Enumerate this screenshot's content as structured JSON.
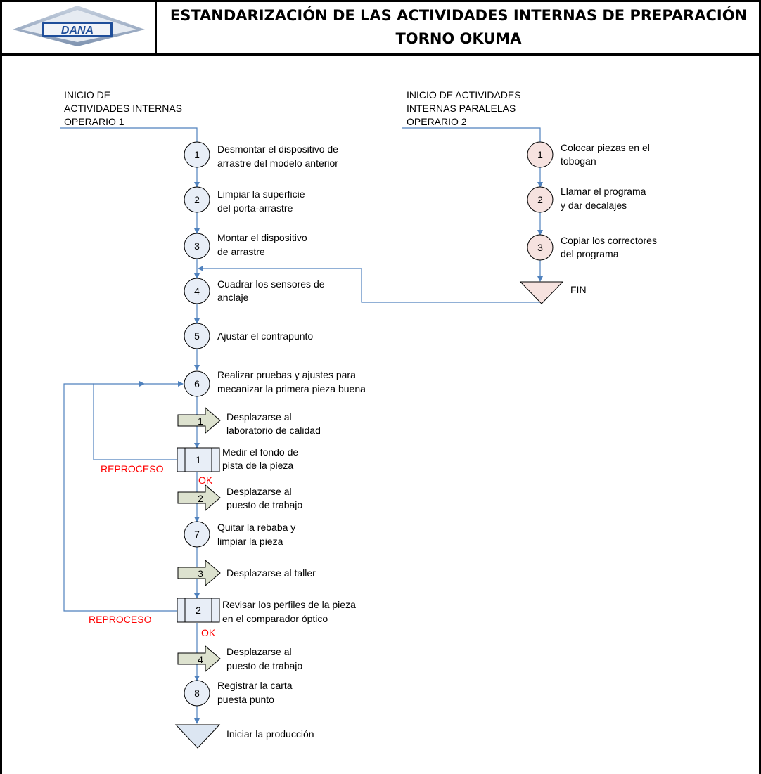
{
  "header": {
    "logo_text": "DANA",
    "title_line1": "ESTANDARIZACIÓN DE LAS ACTIVIDADES INTERNAS DE PREPARACIÓN",
    "title_line2": "TORNO OKUMA"
  },
  "colors": {
    "line": "#4F81BD",
    "operation_fill": "#E8EEF7",
    "operation_fill_op2": "#F6E2DF",
    "transport_fill": "#DDE2CF",
    "inspection_fill": "#E8EEF7",
    "end_fill_op1": "#DCE6F2",
    "end_fill_op2": "#F6E2DF",
    "rework_text": "#FF0000",
    "logo_gray": "#8C9DB5",
    "logo_blue": "#1F4E9A"
  },
  "operator1": {
    "start_label": [
      "INICIO DE",
      "ACTIVIDADES INTERNAS",
      "OPERARIO 1"
    ],
    "steps": [
      {
        "kind": "operation",
        "number": "1",
        "lines": [
          "Desmontar el dispositivo de",
          "arrastre del modelo anterior"
        ]
      },
      {
        "kind": "operation",
        "number": "2",
        "lines": [
          "Limpiar la superficie",
          "del porta-arrastre"
        ]
      },
      {
        "kind": "operation",
        "number": "3",
        "lines": [
          "Montar el dispositivo",
          "de arrastre"
        ]
      },
      {
        "kind": "operation",
        "number": "4",
        "lines": [
          "Cuadrar los sensores de",
          "anclaje"
        ]
      },
      {
        "kind": "operation",
        "number": "5",
        "lines": [
          "Ajustar el contrapunto"
        ]
      },
      {
        "kind": "operation",
        "number": "6",
        "lines": [
          "Realizar pruebas y ajustes para",
          "mecanizar la primera pieza buena"
        ]
      },
      {
        "kind": "transport",
        "number": "1",
        "lines": [
          "Desplazarse al",
          "laboratorio de calidad"
        ]
      },
      {
        "kind": "inspection",
        "number": "1",
        "lines": [
          "Medir el fondo de",
          "pista de la pieza"
        ]
      },
      {
        "kind": "transport",
        "number": "2",
        "lines": [
          "Desplazarse al",
          "puesto de trabajo"
        ]
      },
      {
        "kind": "operation",
        "number": "7",
        "lines": [
          "Quitar la rebaba y",
          "limpiar la pieza"
        ]
      },
      {
        "kind": "transport",
        "number": "3",
        "lines": [
          "Desplazarse al taller"
        ]
      },
      {
        "kind": "inspection",
        "number": "2",
        "lines": [
          "Revisar los perfiles de la pieza",
          "en el comparador óptico"
        ]
      },
      {
        "kind": "transport",
        "number": "4",
        "lines": [
          "Desplazarse al",
          "puesto de trabajo"
        ]
      },
      {
        "kind": "operation",
        "number": "8",
        "lines": [
          "Registrar la carta",
          "puesta punto"
        ]
      }
    ],
    "end_label": "Iniciar la producción",
    "rework_label": "REPROCESO",
    "ok_label": "OK"
  },
  "operator2": {
    "start_label": [
      "INICIO DE ACTIVIDADES",
      "INTERNAS PARALELAS",
      "OPERARIO 2"
    ],
    "steps": [
      {
        "kind": "operation",
        "number": "1",
        "lines": [
          "Colocar piezas en el",
          "tobogan"
        ]
      },
      {
        "kind": "operation",
        "number": "2",
        "lines": [
          "Llamar el programa",
          "y dar decalajes"
        ]
      },
      {
        "kind": "operation",
        "number": "3",
        "lines": [
          "Copiar los correctores",
          "del programa"
        ]
      }
    ],
    "end_label": "FIN"
  }
}
